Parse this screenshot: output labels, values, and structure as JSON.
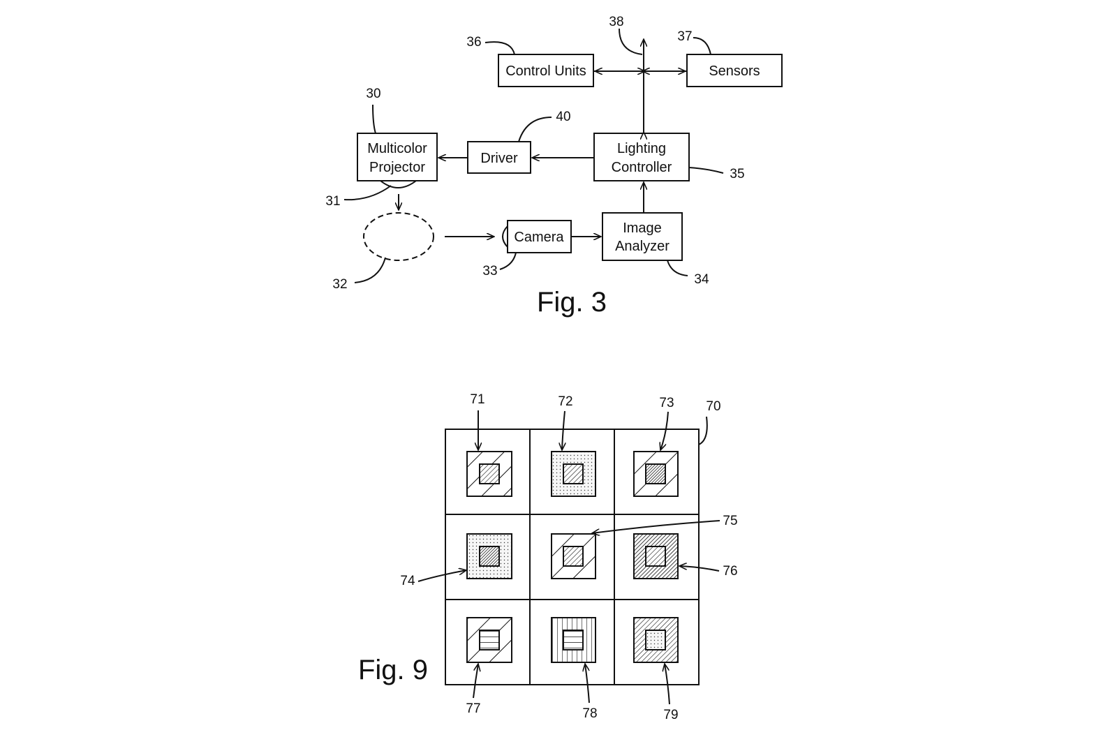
{
  "fig3": {
    "caption": "Fig. 3",
    "blocks": {
      "control_units": "Control Units",
      "sensors": "Sensors",
      "multicolor_projector": [
        "Multicolor",
        "Projector"
      ],
      "driver": "Driver",
      "lighting_controller": [
        "Lighting",
        "Controller"
      ],
      "camera": "Camera",
      "image_analyzer": [
        "Image",
        "Analyzer"
      ]
    },
    "refs": {
      "r30": "30",
      "r31": "31",
      "r32": "32",
      "r33": "33",
      "r34": "34",
      "r35": "35",
      "r36": "36",
      "r37": "37",
      "r38": "38",
      "r40": "40"
    }
  },
  "fig9": {
    "caption": "Fig. 9",
    "refs": {
      "r70": "70",
      "r71": "71",
      "r72": "72",
      "r73": "73",
      "r74": "74",
      "r75": "75",
      "r76": "76",
      "r77": "77",
      "r78": "78",
      "r79": "79"
    }
  }
}
